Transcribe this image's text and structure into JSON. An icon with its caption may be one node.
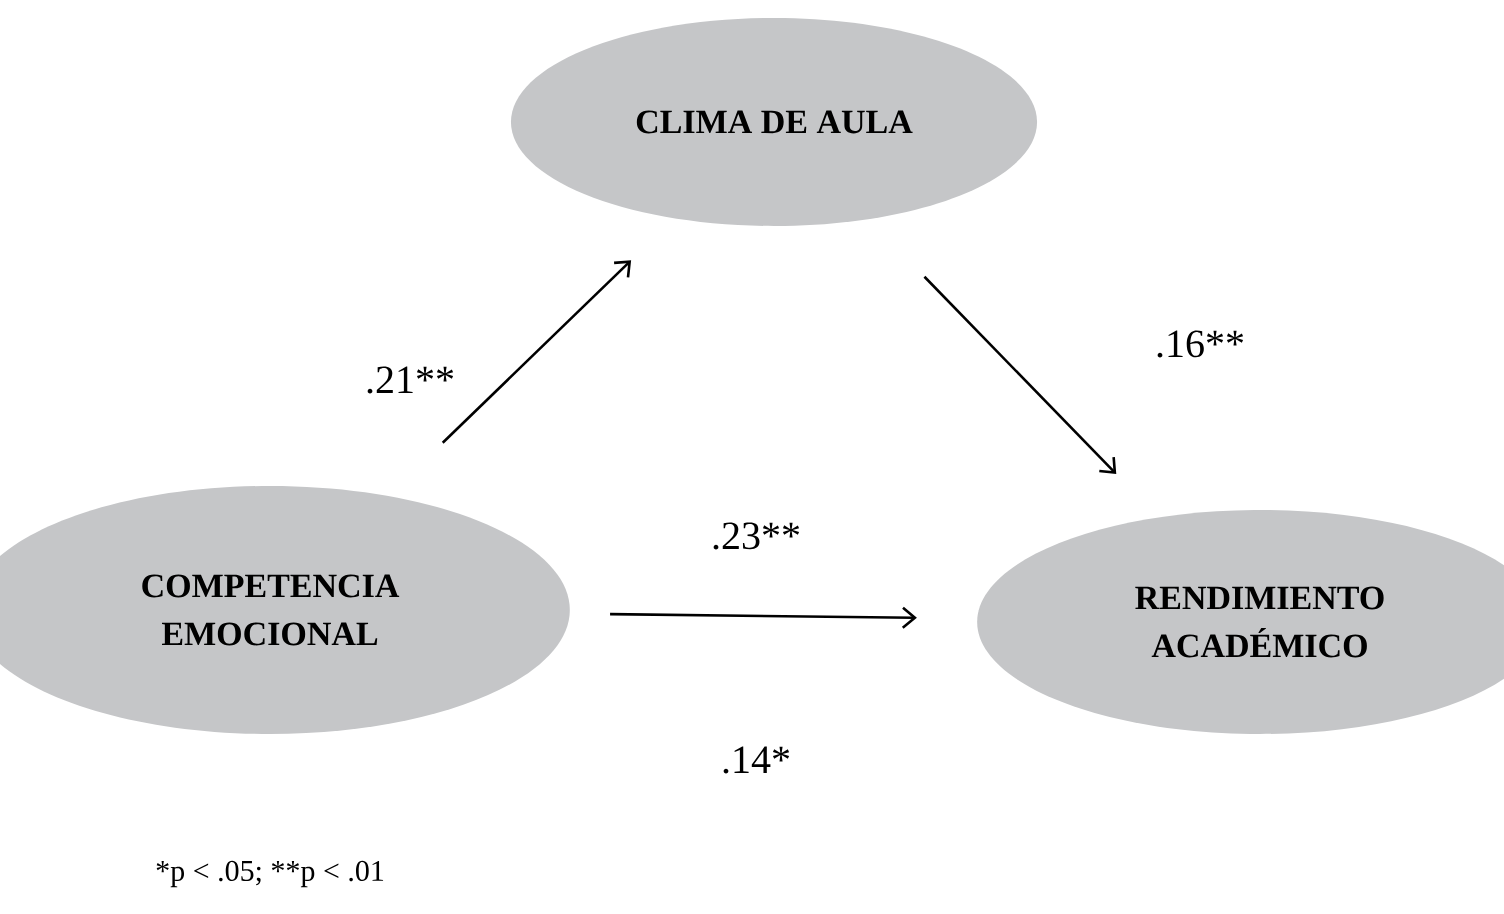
{
  "diagram": {
    "nodes": [
      {
        "text": [
          "COMPETENCIA EMOCIONAL"
        ]
      },
      {
        "text": [
          "CLIMA DE AULA"
        ]
      },
      {
        "text": [
          "RENDIMIENTO ACADÉMICO"
        ]
      }
    ],
    "edges": [
      {
        "from": 0,
        "to": 1,
        "arrow": "to",
        "label": ".21**"
      },
      {
        "from": 1,
        "to": 2,
        "arrow": "to",
        "label": ".16**"
      },
      {
        "from": 0,
        "to": 2,
        "arrow": "to",
        "label": ".23**"
      }
    ],
    "labels": [
      ".14*",
      "*p < .05; **p < .01"
    ]
  }
}
